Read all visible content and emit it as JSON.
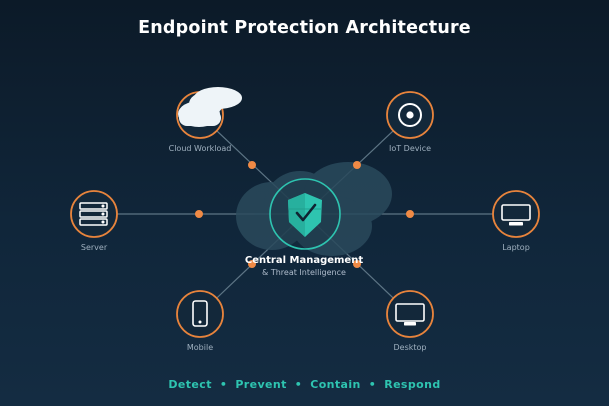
{
  "title": "Endpoint Protection Architecture",
  "center": {
    "title": "Central Management",
    "subtitle": "& Threat Intelligence",
    "icon": "shield-check-icon"
  },
  "nodes": {
    "cloud": {
      "label": "Cloud Workload",
      "icon": "cloud-icon"
    },
    "iot": {
      "label": "IoT Device",
      "icon": "iot-sensor-icon"
    },
    "server": {
      "label": "Server",
      "icon": "server-icon"
    },
    "laptop": {
      "label": "Laptop",
      "icon": "laptop-icon"
    },
    "mobile": {
      "label": "Mobile",
      "icon": "mobile-icon"
    },
    "desktop": {
      "label": "Desktop",
      "icon": "desktop-icon"
    }
  },
  "footer": {
    "items": [
      "Detect",
      "Prevent",
      "Contain",
      "Respond"
    ],
    "separator": "•"
  },
  "colors": {
    "background": "#10263a",
    "accent_teal": "#2ec4b0",
    "node_ring": "#e8843c",
    "connector_dot": "#f08a45",
    "connector_line": "#5d7585"
  }
}
